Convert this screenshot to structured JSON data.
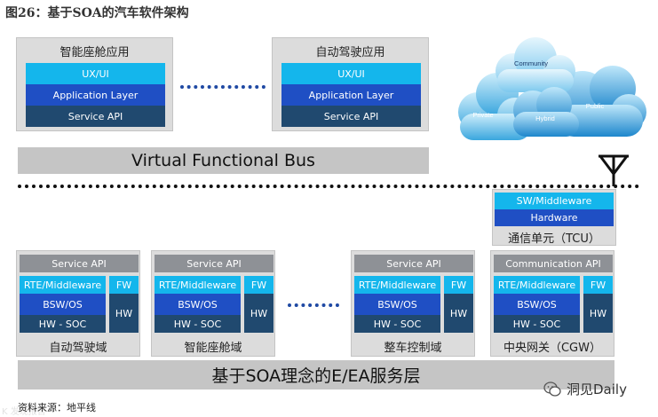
{
  "figure_title": "图26：基于SOA的汽车软件架构",
  "top_apps": [
    {
      "title": "智能座舱应用",
      "layers": [
        "UX/UI",
        "Application Layer",
        "Service API"
      ]
    },
    {
      "title": "自动驾驶应用",
      "layers": [
        "UX/UI",
        "Application Layer",
        "Service API"
      ]
    }
  ],
  "bus_label": "Virtual Functional Bus",
  "cloud": {
    "labels": [
      "Community",
      "Private",
      "Hybrid",
      "Public"
    ]
  },
  "tcu": {
    "title": "通信单元（TCU）",
    "layers": [
      "SW/Middleware",
      "Hardware"
    ]
  },
  "domains": [
    {
      "title": "自动驾驶域",
      "api": "Service API",
      "stack": [
        "RTE/Middleware",
        "BSW/OS",
        "HW - SOC"
      ],
      "side": [
        "FW",
        "HW"
      ]
    },
    {
      "title": "智能座舱域",
      "api": "Service API",
      "stack": [
        "RTE/Middleware",
        "BSW/OS",
        "HW - SOC"
      ],
      "side": [
        "FW",
        "HW"
      ]
    },
    {
      "title": "整车控制域",
      "api": "Service API",
      "stack": [
        "RTE/Middleware",
        "BSW/OS",
        "HW - SOC"
      ],
      "side": [
        "FW",
        "HW"
      ]
    },
    {
      "title": "中央网关（CGW）",
      "api": "Communication API",
      "stack": [
        "RTE/Middleware",
        "BSW/OS",
        "HW - SOC"
      ],
      "side": [
        "FW",
        "HW"
      ]
    }
  ],
  "bottom_label": "基于SOA理念的E/EA服务层",
  "source": "资料来源：地平线",
  "brand": "洞见Daily",
  "watermark": "K 发现报告",
  "colors": {
    "cyan": "#14b6ec",
    "blue": "#1f4fc4",
    "navy": "#20496f",
    "gray": "#8e9196"
  }
}
